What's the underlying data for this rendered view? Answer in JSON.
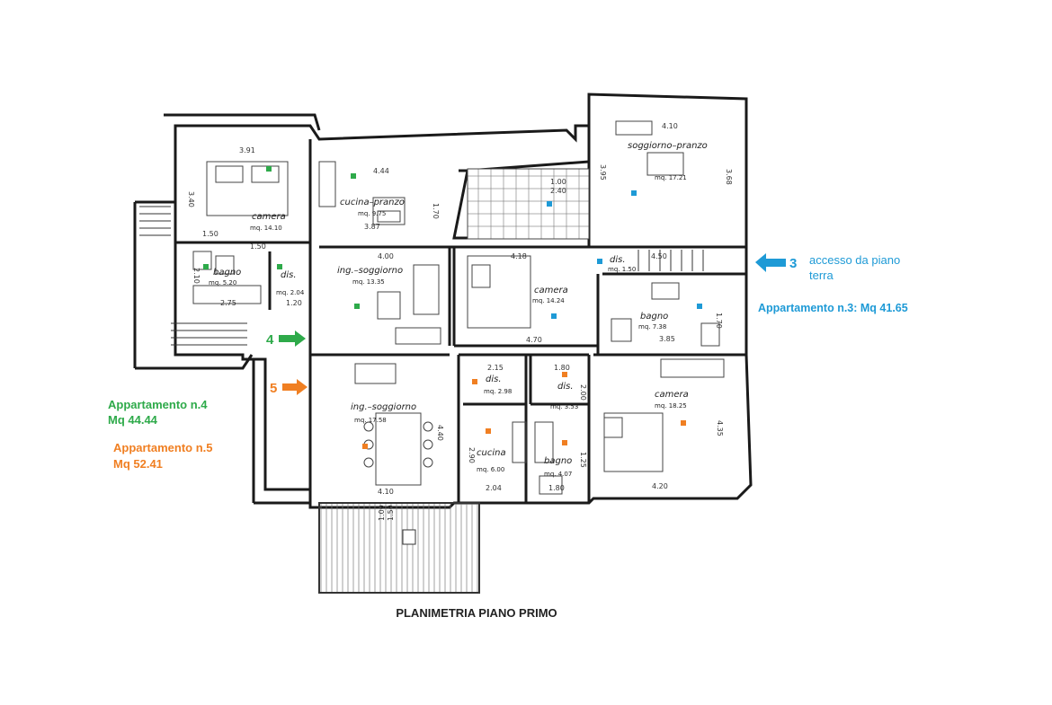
{
  "title": "PLANIMETRIA PIANO PRIMO",
  "colors": {
    "green": "#2eaa4a",
    "orange": "#f07f22",
    "blue": "#1e9ad6",
    "wall": "#1a1a1a"
  },
  "entrances": {
    "apt3": {
      "number": "3",
      "text_line1": "accesso da piano",
      "text_line2": "terra"
    },
    "apt4": {
      "number": "4"
    },
    "apt5": {
      "number": "5"
    }
  },
  "apartments": {
    "apt3": {
      "label": "Appartamento n.3: Mq 41.65"
    },
    "apt4": {
      "line1": "Appartamento n.4",
      "line2": "Mq 44.44"
    },
    "apt5": {
      "line1": "Appartamento n.5",
      "line2": "Mq 52.41"
    }
  },
  "rooms": {
    "camera_a": {
      "name": "camera",
      "area": "mq. 14.10"
    },
    "cucina_pranzo": {
      "name": "cucina–pranzo",
      "area": "mq. 9.75"
    },
    "bagno_a": {
      "name": "bagno",
      "area": "mq. 5.20"
    },
    "dis_a": {
      "name": "dis.",
      "area": "mq. 2.04"
    },
    "ing_soggiorno_a": {
      "name": "ing.–soggiorno",
      "area": "mq. 13.35"
    },
    "soggiorno_pranzo": {
      "name": "soggiorno–pranzo",
      "area": "mq. 17.21"
    },
    "dis_b": {
      "name": "dis.",
      "area": "mq. 1.50"
    },
    "camera_b": {
      "name": "camera",
      "area": "mq. 14.24"
    },
    "bagno_b": {
      "name": "bagno",
      "area": "mq. 7.38"
    },
    "dis_c": {
      "name": "dis.",
      "area": "mq. 2.98"
    },
    "dis_d": {
      "name": "dis.",
      "area": "mq. 3.53"
    },
    "ing_soggiorno_b": {
      "name": "ing.–soggiorno",
      "area": "mq. 17.58"
    },
    "cucina": {
      "name": "cucina",
      "area": "mq. 6.00"
    },
    "bagno_c": {
      "name": "bagno",
      "area": "mq. 4.07"
    },
    "camera_c": {
      "name": "camera",
      "area": "mq. 18.25"
    }
  },
  "dimensions": {
    "d391": "3.91",
    "d340": "3.40",
    "d444": "4.44",
    "d170a": "1.70",
    "d150a": "1.50",
    "d150b": "1.50",
    "d387": "3.87",
    "d400a": "4.00",
    "d210": "2.10",
    "d275": "2.75",
    "d120": "1.20",
    "d100a": "1.00",
    "d240": "2.40",
    "d395": "3.95",
    "d368": "3.68",
    "d410a": "4.10",
    "d450": "4.50",
    "d170b": "1.70",
    "d385": "3.85",
    "d470": "4.70",
    "d215": "2.15",
    "d180a": "1.80",
    "d200": "2.00",
    "d440": "4.40",
    "d290": "2.90",
    "d204": "2.04",
    "d180b": "1.80",
    "d125": "1.25",
    "d410b": "4.10",
    "d420": "4.20",
    "d435": "4.35",
    "d100b": "1.00",
    "d150c": "1.50",
    "d418": "4.18"
  }
}
